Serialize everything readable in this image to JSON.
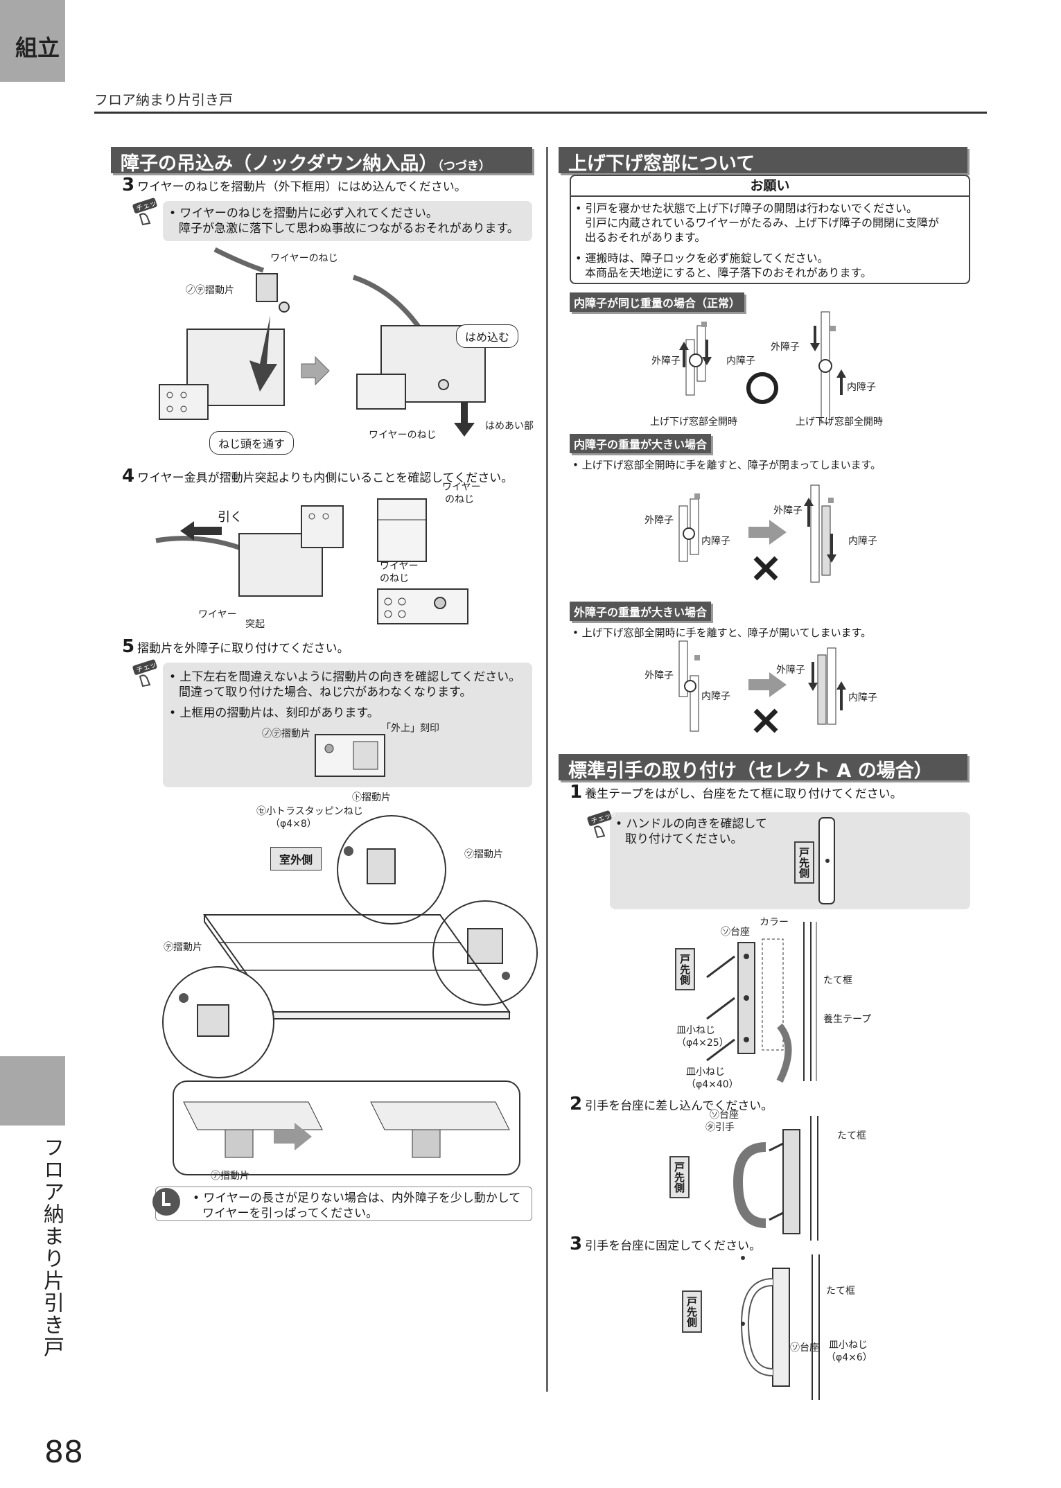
{
  "side_tab": {
    "top_label": "組立",
    "vertical_label": "フロア納まり片引き戸"
  },
  "header": {
    "subtitle": "フロア納まり片引き戸"
  },
  "left": {
    "banner": {
      "title": "障子の吊込み（ノックダウン納入品）",
      "suffix": "（つづき）"
    },
    "step3": {
      "num": "3",
      "text": "ワイヤーのねじを摺動片（外下框用）にはめ込んでください。",
      "note1": "• ワイヤーのねじを摺動片に必ず入れてください。",
      "note2": "障子が急激に落下して思わぬ事故につながるおそれがあります。",
      "labels": {
        "wire_screw_top": "ワイヤーのねじ",
        "slide_piece": "㋨㋢摺動片",
        "hamekomu": "はめ込む",
        "wire_screw_bottom": "ワイヤーのねじ",
        "hameai": "はめあい部",
        "neji_atama": "ねじ頭を通す"
      }
    },
    "step4": {
      "num": "4",
      "text": "ワイヤー金具が摺動片突起よりも内側にいることを確認してください。",
      "labels": {
        "hiku": "引く",
        "wire": "ワイヤー",
        "tokki": "突起",
        "wire_neji_1": "ワイヤー",
        "wire_neji_1b": "のねじ",
        "wire_neji_2": "ワイヤー",
        "wire_neji_2b": "のねじ"
      }
    },
    "step5": {
      "num": "5",
      "text": "摺動片を外障子に取り付けてください。",
      "note1": "• 上下左右を間違えないように摺動片の向きを確認してください。",
      "note2": "間違って取り付けた場合、ねじ穴があわなくなります。",
      "note3": "• 上框用の摺動片は、刻印があります。",
      "labels": {
        "slide": "㋨㋢摺動片",
        "kokuin": "「外上」刻印"
      }
    },
    "assembly": {
      "screw": "㋝小トラスタッピンねじ",
      "screw_size": "（φ4×8）",
      "slide_ta": "㋣摺動片",
      "shitsugai": "室外側",
      "slide_tsu": "㋡摺動片",
      "slide_te": "㋢摺動片",
      "slide_te2": "㋢摺動片"
    },
    "point": {
      "note1": "• ワイヤーの長さが足りない場合は、内外障子を少し動かして",
      "note2": "ワイヤーを引っぱってください。"
    }
  },
  "right": {
    "banner": {
      "title": "上げ下げ窓部について"
    },
    "onegai": {
      "title": "お願い",
      "lines": [
        "• 引戸を寝かせた状態で上げ下げ障子の開閉は行わないでください。",
        "引戸に内蔵されているワイヤーがたるみ、上げ下げ障子の開閉に支障が",
        "出るおそれがあります。",
        "• 運搬時は、障子ロックを必ず施錠してください。",
        "本商品を天地逆にすると、障子落下のおそれがあります。"
      ]
    },
    "case1": {
      "title": "内障子が同じ重量の場合（正常）",
      "outer": "外障子",
      "inner": "内障子",
      "outer2": "外障子",
      "inner2": "内障子",
      "cap1": "上げ下げ窓部全開時",
      "cap2": "上げ下げ窓部全開時"
    },
    "case2": {
      "title": "内障子の重量が大きい場合",
      "text": "• 上げ下げ窓部全開時に手を離すと、障子が閉まってしまいます。",
      "outer": "外障子",
      "inner": "内障子",
      "outer2": "外障子",
      "inner2": "内障子"
    },
    "case3": {
      "title": "外障子の重量が大きい場合",
      "text": "• 上げ下げ窓部全開時に手を離すと、障子が開いてしまいます。",
      "outer": "外障子",
      "inner": "内障子",
      "outer2": "外障子",
      "inner2": "内障子"
    },
    "banner2": {
      "title": "標準引手の取り付け（セレクト A の場合）"
    },
    "h1": {
      "num": "1",
      "text": "養生テープをはがし、台座をたて框に取り付けてください。",
      "note1": "• ハンドルの向きを確認して",
      "note2": "取り付けてください。",
      "tag": "戸先側"
    },
    "h1fig": {
      "tag": "戸先側",
      "daiza": "㋞台座",
      "color": "カラー",
      "tatekamachi": "たて框",
      "yojo": "養生テープ",
      "sara1": "皿小ねじ",
      "sara1s": "（φ4×25）",
      "sara2": "皿小ねじ",
      "sara2s": "（φ4×40）"
    },
    "h2": {
      "num": "2",
      "text": "引手を台座に差し込んでください。",
      "daiza": "㋞台座",
      "hikite": "㋟引手",
      "tatekamachi": "たて框",
      "tag": "戸先側"
    },
    "h3": {
      "num": "3",
      "text": "引手を台座に固定してください。",
      "tatekamachi": "たて框",
      "daiza": "㋞台座",
      "sara": "皿小ねじ",
      "saras": "（φ4×6）",
      "tag": "戸先側"
    }
  },
  "footer": {
    "page_number": "88"
  }
}
